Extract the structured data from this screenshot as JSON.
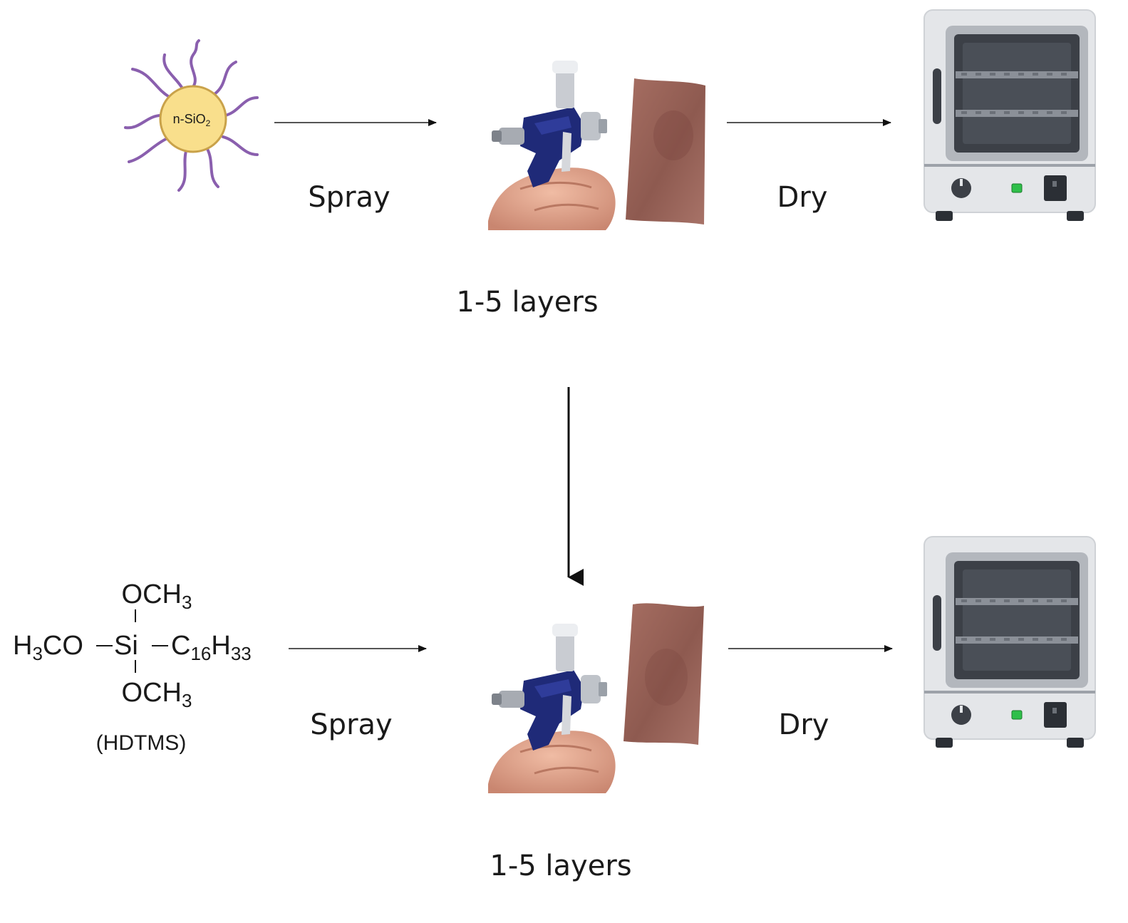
{
  "step1": {
    "particle_label": "n-SiO",
    "particle_label_sub": "2",
    "spray_label": "Spray",
    "dry_label": "Dry",
    "layers_label": "1-5 layers"
  },
  "step2": {
    "molecule": {
      "top": "OCH",
      "top_sub": "3",
      "left": "H",
      "left_sub": "3",
      "left_tail": "CO",
      "si": "Si",
      "right": "C",
      "right_sub": "16",
      "right_h": "H",
      "right_h_sub": "33",
      "bottom": "OCH",
      "bottom_sub": "3",
      "name": "(HDTMS)"
    },
    "spray_label": "Spray",
    "dry_label": "Dry",
    "layers_label": "1-5 layers"
  },
  "colors": {
    "particle_fill": "#f9df8c",
    "particle_stroke": "#c9a24a",
    "chains": "#8a5fae",
    "spray_gun": "#1f2a78",
    "hand": "#e6a98f",
    "fabric": "#9a6357",
    "oven_body": "#e4e6e9",
    "oven_window": "#3c4047",
    "led": "#2fbf4a"
  },
  "icons": [
    "nanoparticle-icon",
    "spray-gun-icon",
    "fabric-sample-icon",
    "drying-oven-icon"
  ]
}
